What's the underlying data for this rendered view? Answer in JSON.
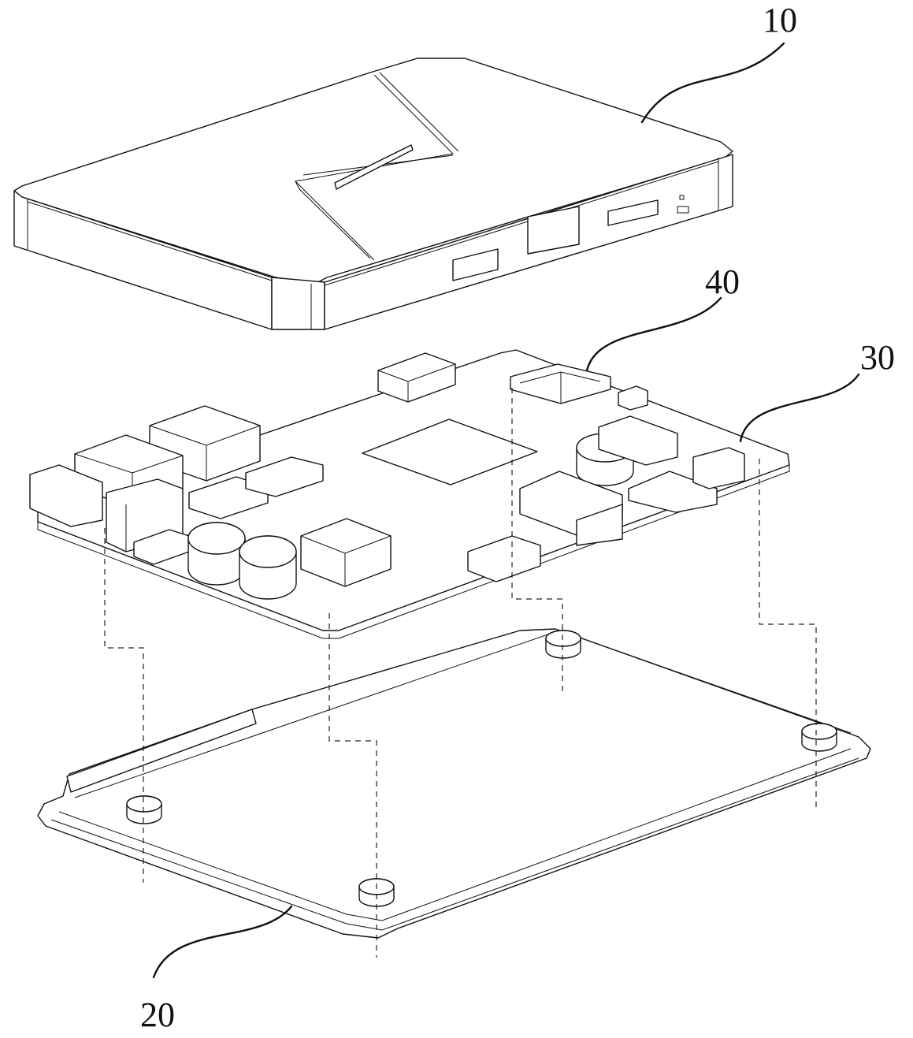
{
  "labels": {
    "lid": "10",
    "base": "20",
    "board": "30",
    "connector": "40"
  }
}
